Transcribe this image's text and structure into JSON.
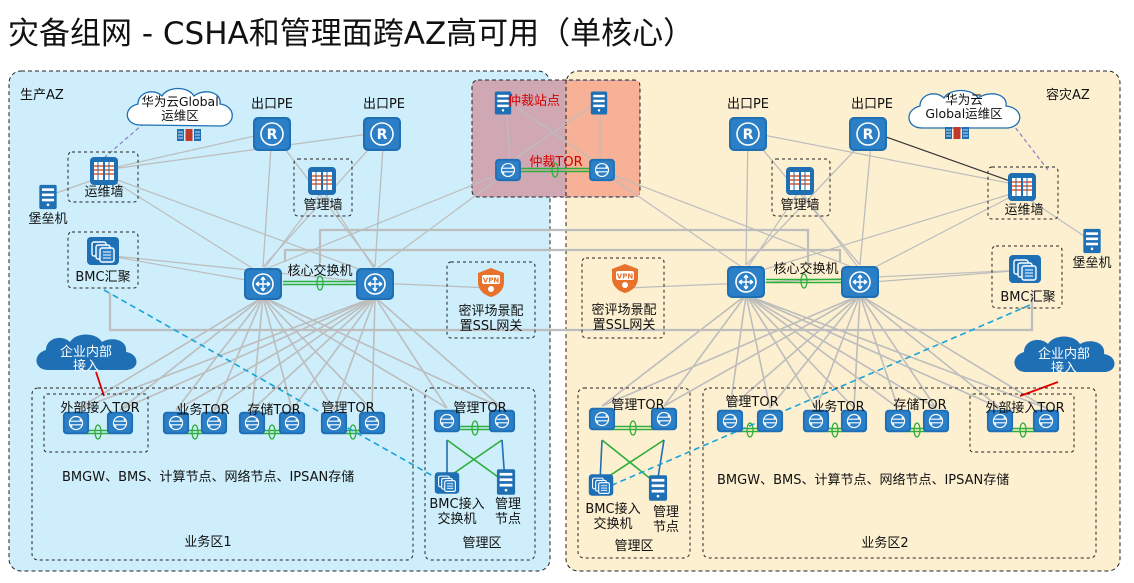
{
  "title": "灾备组网 - CSHA和管理面跨AZ高可用（单核心）",
  "zones": {
    "production": "生产AZ",
    "dr": "容灾AZ",
    "business1": "业务区1",
    "business2": "业务区2",
    "mgmt_left": "管理区",
    "mgmt_right": "管理区"
  },
  "labels": {
    "cloud_left": [
      "华为云Global",
      "运维区"
    ],
    "cloud_right": [
      "华为云",
      "Global运维区"
    ],
    "egress_pe": "出口PE",
    "ops_firewall": "运维墙",
    "mgmt_firewall": "管理墙",
    "bastion": "堡垒机",
    "bmc_aggr": "BMC汇聚",
    "core_switch": "核心交换机",
    "ssl_gw": [
      "密评场景配",
      "置SSL网关"
    ],
    "arbiter_site": "仲裁站点",
    "arbiter_tor": "仲裁TOR",
    "enterprise_access": [
      "企业内部",
      "接入"
    ],
    "ext_access_tor": "外部接入TOR",
    "business_tor": "业务TOR",
    "storage_tor": "存储TOR",
    "mgmt_tor": "管理TOR",
    "bmc_access_sw": [
      "BMC接入",
      "交换机"
    ],
    "mgmt_node": [
      "管理",
      "节点"
    ],
    "workload_text": "BMGW、BMS、计算节点、网络节点、IPSAN存储"
  },
  "colors": {
    "production_fill": "#cdeefa",
    "dr_fill": "#fdf0d0",
    "arbiter_fill": "#cfa8b4",
    "arbiter_overlap": "#f6b196",
    "device_blue": "#1f6fb5",
    "link_gray": "#bdbdbd",
    "link_green": "#2eae3a",
    "link_blue_dash": "#19a3d8",
    "red": "#e00000"
  }
}
